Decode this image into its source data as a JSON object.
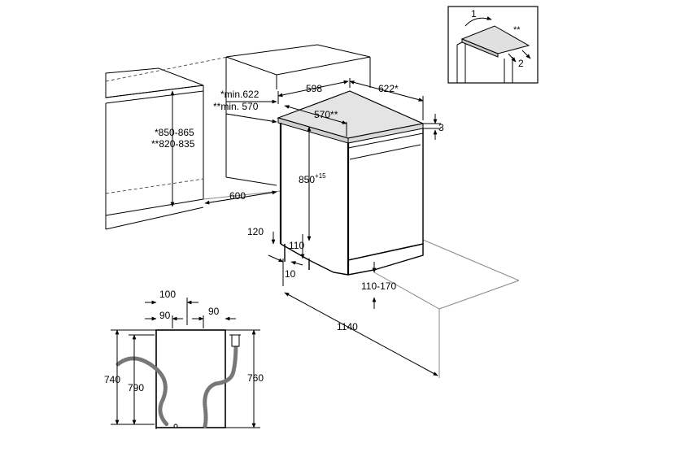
{
  "labels": {
    "l598": "598",
    "l622s": "622*",
    "lmin622": "*min.622",
    "lmin570": "**min. 570",
    "l570ss": "570**",
    "l3": "3",
    "l850_865": "*850-865",
    "l820_835": "**820-835",
    "l850": "850",
    "l850sup": "+15",
    "l600": "600",
    "l120": "120",
    "l110": "110",
    "l10": "10",
    "l110_170": "110-170",
    "l1140": "1140",
    "l100": "100",
    "l90a": "90",
    "l90b": "90",
    "l740": "740",
    "l790": "790",
    "l760": "760"
  },
  "inset": {
    "step1": "1",
    "step2": "2",
    "marker": "**"
  }
}
